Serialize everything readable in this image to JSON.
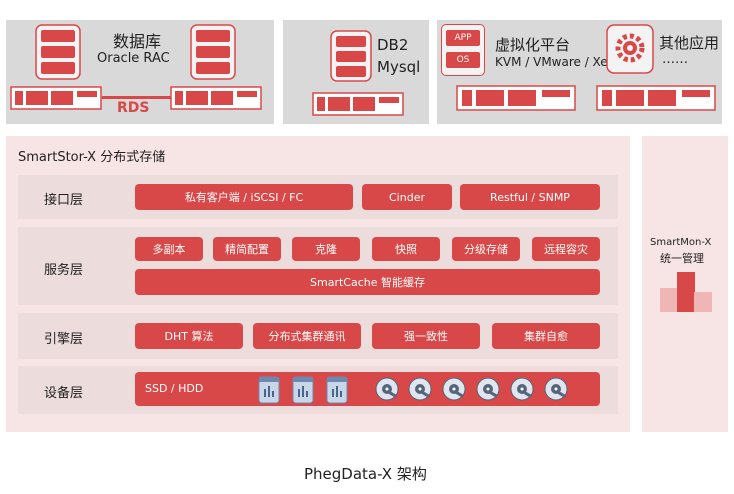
{
  "top": {
    "db": {
      "title": "数据库",
      "subtitle": "Oracle  RAC",
      "rds": "RDS"
    },
    "db2": {
      "line1": "DB2",
      "line2": "Mysql"
    },
    "virt": {
      "app": "APP",
      "os": "OS",
      "title": "虚拟化平台",
      "subtitle": "KVM / VMware / Xen"
    },
    "other": {
      "title": "其他应用",
      "subtitle": "……"
    }
  },
  "main": {
    "title": "SmartStor-X 分布式存储",
    "layers": {
      "interface": {
        "label": "接口层",
        "items": [
          "私有客户端 / iSCSI / FC",
          "Cinder",
          "Restful / SNMP"
        ]
      },
      "service": {
        "label": "服务层",
        "items": [
          "多副本",
          "精简配置",
          "克隆",
          "快照",
          "分级存储",
          "远程容灾"
        ],
        "cache": "SmartCache 智能缓存"
      },
      "engine": {
        "label": "引擎层",
        "items": [
          "DHT 算法",
          "分布式集群通讯",
          "强一致性",
          "集群自愈"
        ]
      },
      "device": {
        "label": "设备层",
        "disk_label": "SSD / HDD"
      }
    }
  },
  "mon": {
    "line1": "SmartMon-X",
    "line2": "统一管理"
  },
  "caption": "PhegData-X 架构",
  "colors": {
    "accent": "#d94848",
    "panel": "#d9d9d9",
    "pink": "#f7e4e4"
  }
}
